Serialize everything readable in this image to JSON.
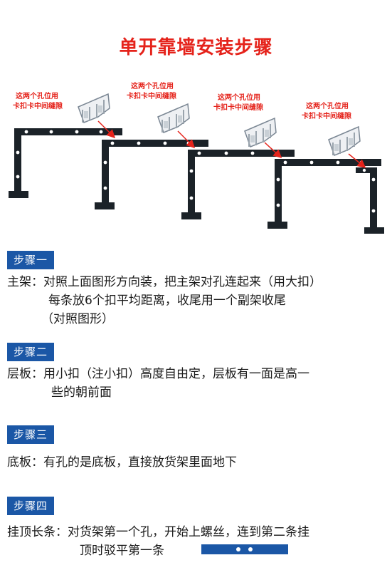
{
  "title": "单开靠墙安装步骤",
  "hole_note_line1": "这两个孔位用",
  "hole_note_line2": "卡扣卡中间缝隙",
  "colors": {
    "title_red": "#e5231b",
    "badge_blue": "#1b57a6",
    "frame_dark": "#1b2228",
    "arrow_red": "#e5231b"
  },
  "steps": [
    {
      "badge": "步骤一",
      "label": "主架：",
      "lines": [
        "对照上面图形方向装，把主架对孔连起来（用大扣）",
        "每条放6个扣平均距离，收尾用一个副架收尾",
        "（对照图形）"
      ]
    },
    {
      "badge": "步骤二",
      "label": "层板：",
      "lines": [
        "用小扣（注小扣）高度自由定，层板有一面是高一",
        "些的朝前面"
      ]
    },
    {
      "badge": "步骤三",
      "label": "底板：",
      "lines": [
        "有孔的是底板，直接放货架里面地下"
      ]
    },
    {
      "badge": "步骤四",
      "label": "挂顶长条：",
      "lines": [
        "对货架第一个孔，开始上螺丝，连到第二条挂",
        "顶时驳平第一条"
      ]
    }
  ]
}
